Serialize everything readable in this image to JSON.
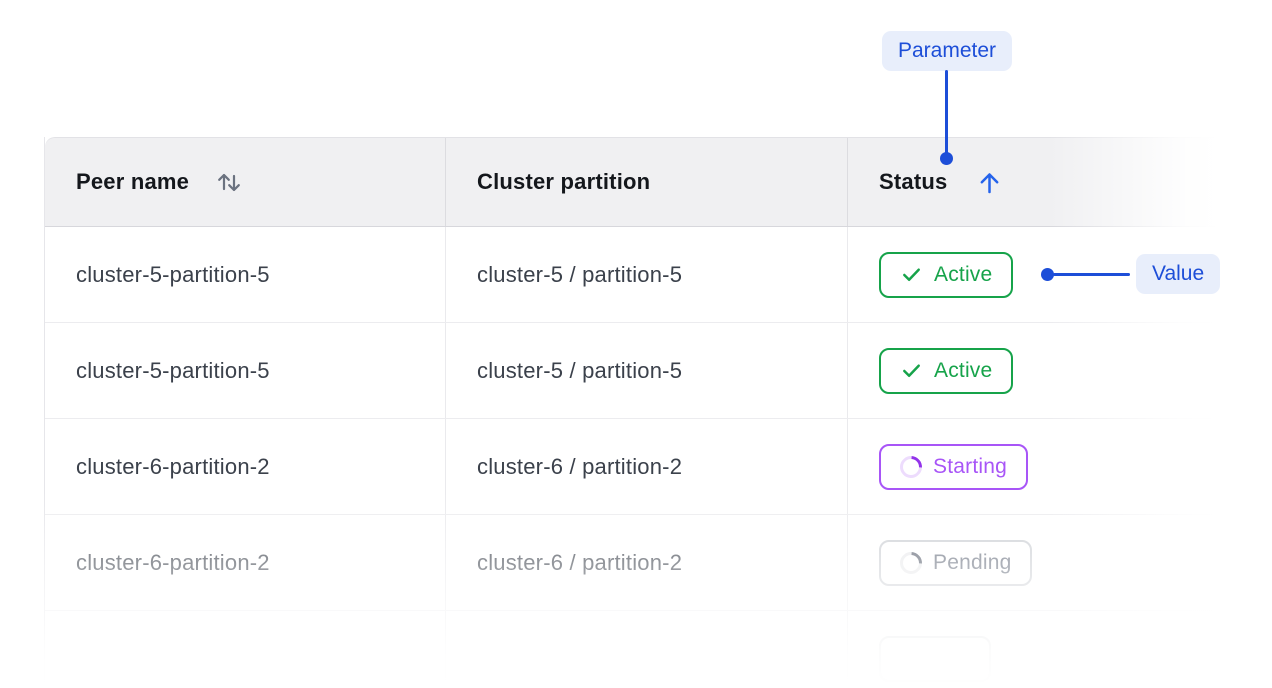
{
  "annotations": {
    "parameter_label": "Parameter",
    "value_label": "Value"
  },
  "table": {
    "columns": [
      {
        "label": "Peer name",
        "sort_icon": "sort-both-icon",
        "sort_state": "sortable"
      },
      {
        "label": "Cluster partition",
        "sort_icon": "",
        "sort_state": "none"
      },
      {
        "label": "Status",
        "sort_icon": "sort-asc-icon",
        "sort_state": "ascending"
      }
    ],
    "rows": [
      {
        "peer_name": "cluster-5-partition-5",
        "cluster_partition": "cluster-5 / partition-5",
        "status": "Active",
        "status_kind": "active"
      },
      {
        "peer_name": "cluster-5-partition-5",
        "cluster_partition": "cluster-5 / partition-5",
        "status": "Active",
        "status_kind": "active"
      },
      {
        "peer_name": "cluster-6-partition-2",
        "cluster_partition": "cluster-6 / partition-2",
        "status": "Starting",
        "status_kind": "starting"
      },
      {
        "peer_name": "cluster-6-partition-2",
        "cluster_partition": "cluster-6 / partition-2",
        "status": "Pending",
        "status_kind": "pending"
      },
      {
        "peer_name": "",
        "cluster_partition": "",
        "status": "",
        "status_kind": "cutoff"
      }
    ]
  },
  "colors": {
    "annotation_blue": "#1d4ed8",
    "annotation_pill_bg": "#e8eefb",
    "sort_arrow_blue": "#2563eb",
    "sort_icon_gray": "#6b7280",
    "status_active_green": "#16a34a",
    "status_starting_purple": "#a855f7",
    "status_pending_gray": "#6b7280",
    "header_bg": "#f0f0f2"
  }
}
